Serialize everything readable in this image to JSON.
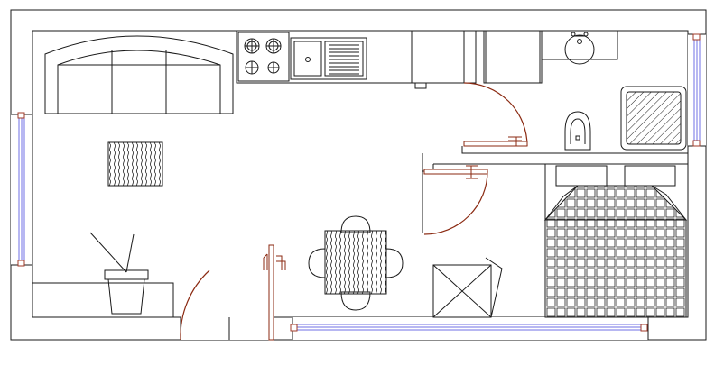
{
  "drawing": {
    "kind": "apartment-floor-plan",
    "labels": [],
    "colors": {
      "line": "#1a1a1a",
      "door_swing": "#8b2a12",
      "window_glass": "#6f6fe6",
      "window_frame": "#a13b2a",
      "background": "#ffffff"
    }
  },
  "rooms": [
    {
      "id": "living-kitchen",
      "furniture": [
        "sofa",
        "rug",
        "tv",
        "stove",
        "sink",
        "cabinets",
        "dining-table",
        "chairs"
      ]
    },
    {
      "id": "bathroom",
      "furniture": [
        "washbasin",
        "toilet",
        "shower-tray"
      ]
    },
    {
      "id": "bedroom",
      "furniture": [
        "double-bed",
        "pillows",
        "wardrobe"
      ]
    }
  ],
  "icons": {
    "sofa": "sofa-icon",
    "stove": "stove-icon",
    "sink": "sink-icon",
    "toilet": "toilet-icon",
    "basin": "washbasin-icon",
    "shower": "shower-tray-icon",
    "bed": "bed-icon",
    "table": "dining-table-icon",
    "tv": "tv-icon",
    "wardrobe": "wardrobe-icon",
    "rug": "rug-icon"
  }
}
